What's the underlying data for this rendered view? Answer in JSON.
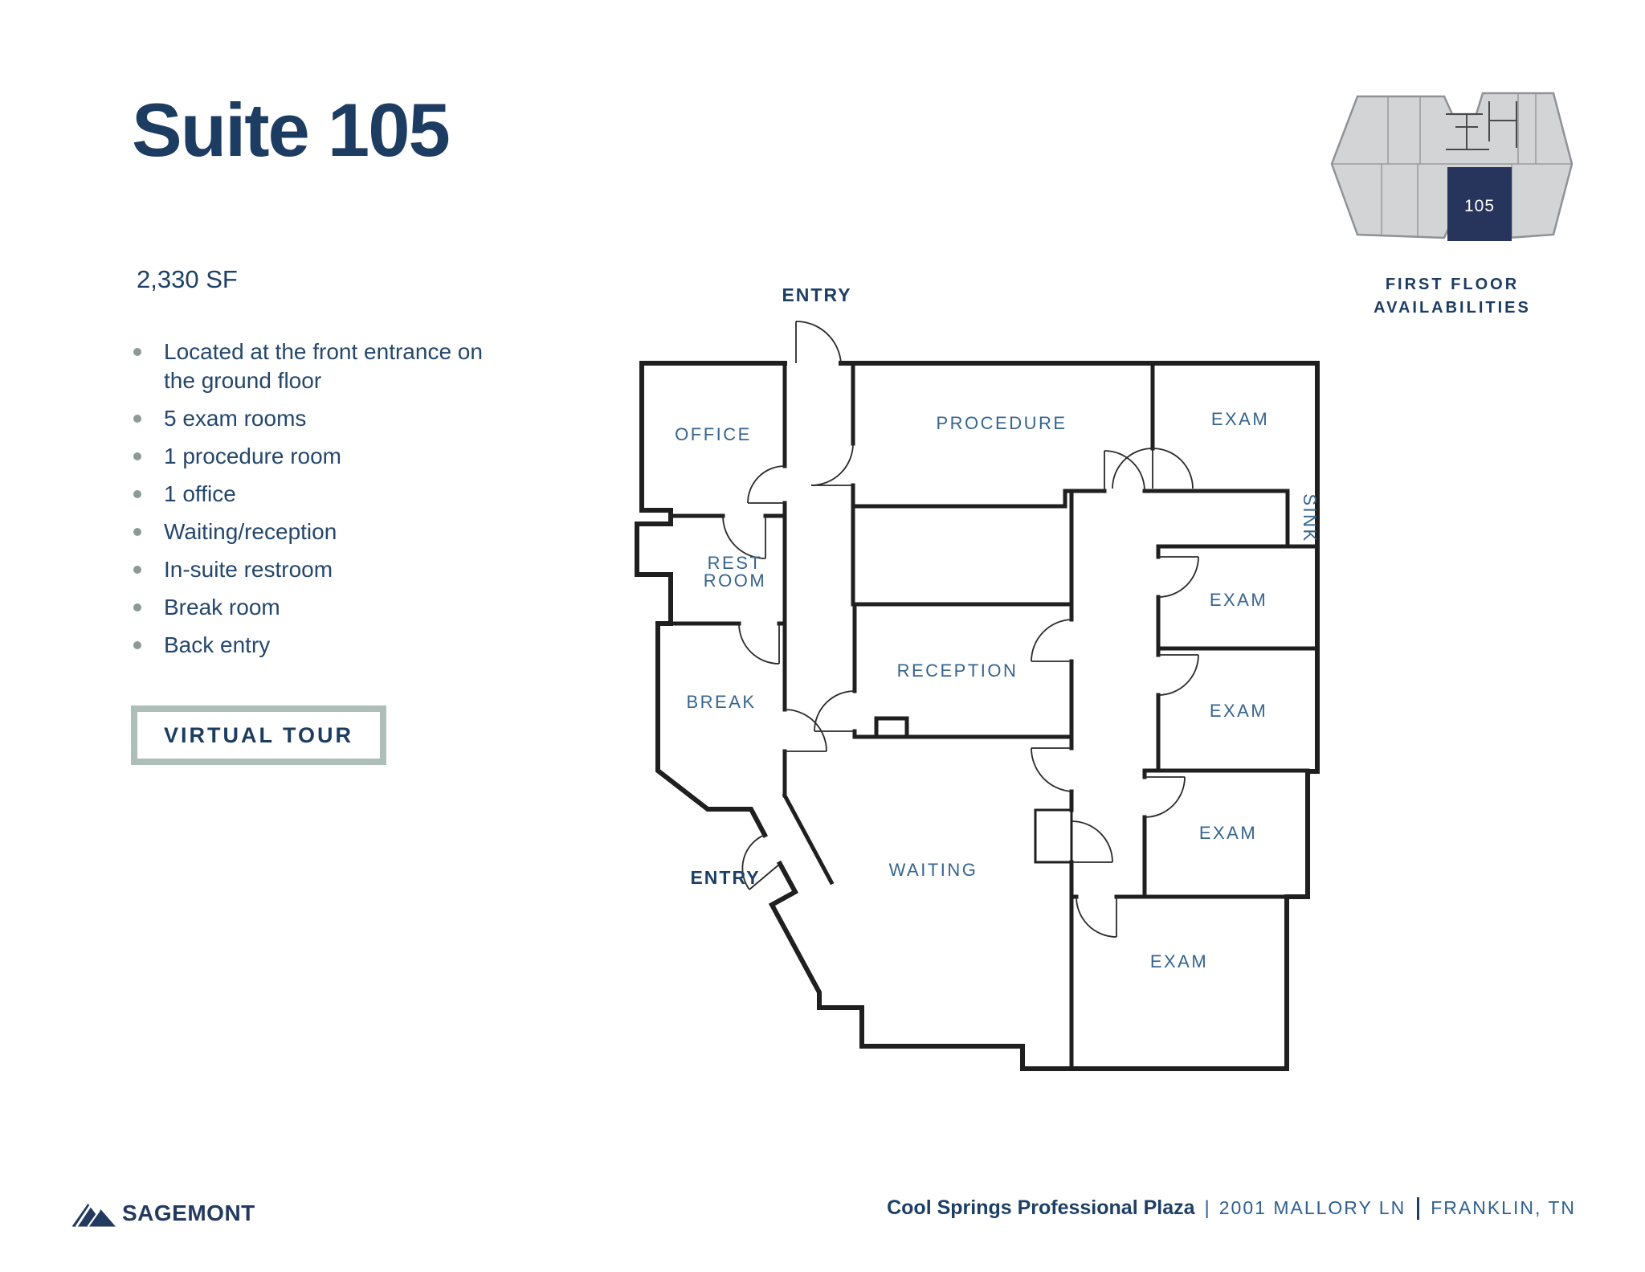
{
  "colors": {
    "navy": "#1d3c61",
    "room_label_blue": "#35648f",
    "sage_border": "#aebfba",
    "bullet_dot": "#8b9b94",
    "map_building_fill": "#d2d4d6",
    "map_outline": "#8f9296",
    "map_suite_fill": "#27355c"
  },
  "header": {
    "title": "Suite 105",
    "area": "2,330 SF"
  },
  "features": [
    "Located at the front entrance on the ground floor",
    "5 exam rooms",
    "1 procedure room",
    "1 office",
    "Waiting/reception",
    "In-suite restroom",
    "Break room",
    "Back entry"
  ],
  "virtual_tour": {
    "label": "VIRTUAL TOUR"
  },
  "minimap": {
    "suite_number": "105",
    "caption_line1": "FIRST FLOOR",
    "caption_line2": "AVAILABILITIES"
  },
  "floorplan": {
    "entry_top": "ENTRY",
    "entry_side": "ENTRY",
    "office": "OFFICE",
    "procedure": "PROCEDURE",
    "exam": "EXAM",
    "sink": "SINK",
    "rest_line1": "REST",
    "rest_line2": "ROOM",
    "reception": "RECEPTION",
    "break_room": "BREAK",
    "waiting": "WAITING"
  },
  "footer": {
    "brand": "SAGEMONT",
    "property": "Cool Springs Professional Plaza",
    "separator": "|",
    "address": "2001 MALLORY LN",
    "city": "FRANKLIN, TN"
  }
}
